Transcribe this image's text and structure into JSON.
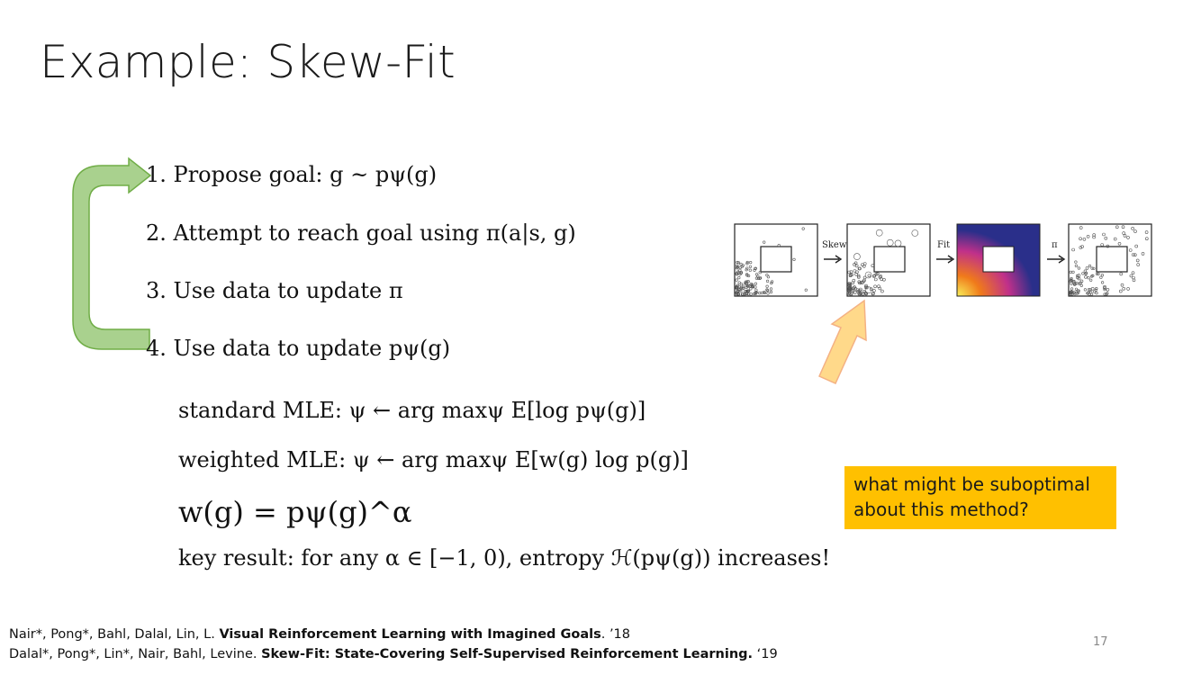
{
  "title": "Example: Skew-Fit",
  "steps": [
    {
      "num": "1.",
      "text": "Propose goal: ",
      "math": "g ~ pψ(g)"
    },
    {
      "num": "2.",
      "text": "Attempt to reach goal using ",
      "math": "π(a|s, g)"
    },
    {
      "num": "3.",
      "text": "Use data to update ",
      "math": "π"
    },
    {
      "num": "4.",
      "text": "Use data to update ",
      "math": "pψ(g)"
    }
  ],
  "mle": {
    "standard_label": "standard MLE: ",
    "standard_math": "ψ ← arg maxψ E[log pψ(g)]",
    "weighted_label": "weighted MLE: ",
    "weighted_math": "ψ ← arg maxψ E[w(g) log p(g)]",
    "weight_formula": "w(g) = pψ(g)^α",
    "key_label": "key result: for any ",
    "key_math": "α ∈ [−1, 0), entropy ℋ(pψ(g)) increases!"
  },
  "figure": {
    "labels": {
      "skew": "Skew",
      "fit": "Fit",
      "pi": "π"
    },
    "colors": {
      "heat_dark": "#2a2f8a",
      "heat_mid": "#c0308a",
      "heat_hot": "#f07a1a",
      "heat_bright": "#f8f05a"
    }
  },
  "callout": {
    "line1": "what might be suboptimal",
    "line2": "about this method?",
    "color": "#ffc000"
  },
  "references": [
    {
      "authors": "Nair*, Pong*, Bahl, Dalal, Lin, L. ",
      "title": "Visual Reinforcement Learning with Imagined Goals",
      "year": ". ’18"
    },
    {
      "authors": "Dalal*, Pong*, Lin*, Nair, Bahl, Levine. ",
      "title": "Skew-Fit: State-Covering Self-Supervised Reinforcement Learning.",
      "year": " ‘19"
    }
  ],
  "page_number": "17",
  "accent": {
    "loop_arrow": "#a9d18e",
    "loop_arrow_edge": "#70ad47",
    "skew_arrow": "#ffd98a",
    "skew_arrow_edge": "#f4b183"
  }
}
